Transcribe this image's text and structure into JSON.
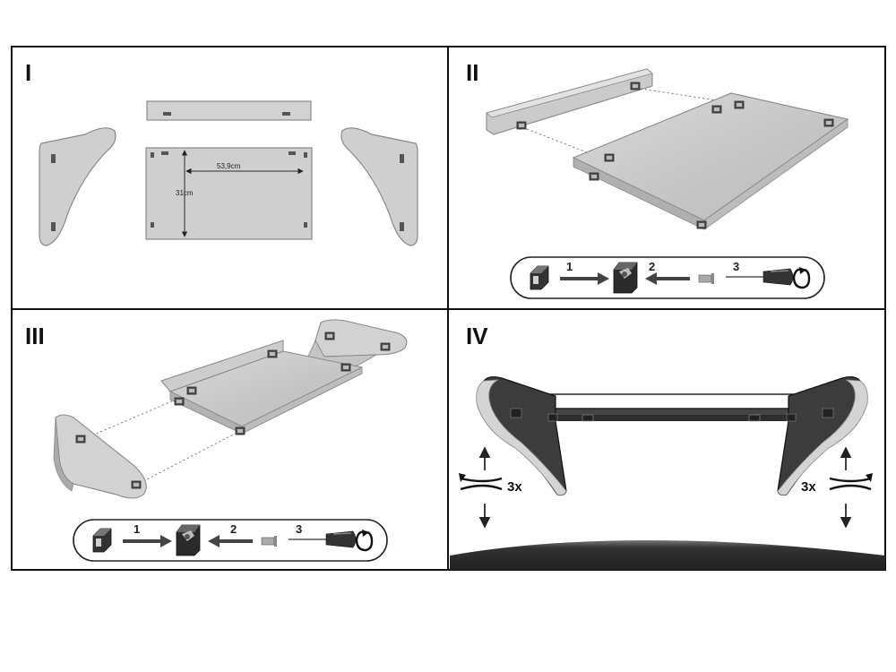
{
  "panels": {
    "p1": {
      "label": "I",
      "width_label": "53,9cm",
      "height_label": "31cm"
    },
    "p2": {
      "label": "II",
      "steps": [
        "1",
        "2",
        "3"
      ]
    },
    "p3": {
      "label": "III",
      "steps": [
        "1",
        "2",
        "3"
      ]
    },
    "p4": {
      "label": "IV",
      "repeat_left": "3x",
      "repeat_right": "3x"
    }
  },
  "colors": {
    "frame": "#111111",
    "panel_fill": "#cfcfcf",
    "edge": "#8a8a8a",
    "dark_bracket": "#3c3c3c"
  }
}
